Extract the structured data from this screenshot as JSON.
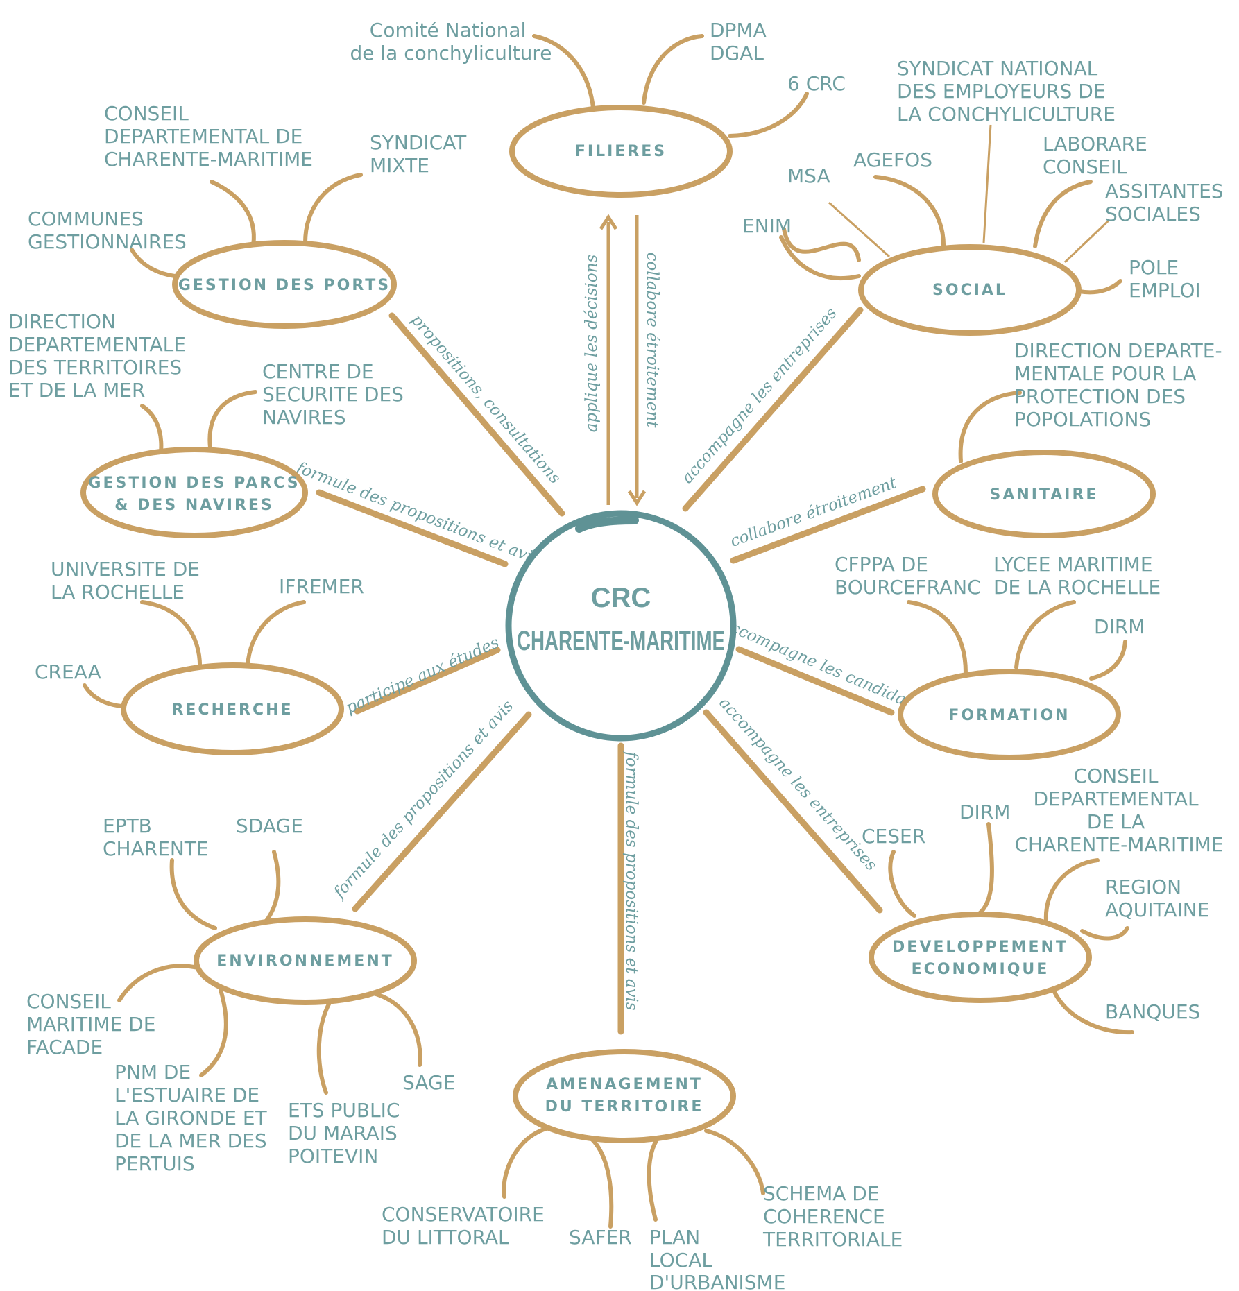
{
  "center": {
    "lines": [
      "CRC",
      "CHARENTE-MARITIME"
    ]
  },
  "hubs": {
    "filieres": {
      "lines": [
        "FILIERES"
      ]
    },
    "social": {
      "lines": [
        "SOCIAL"
      ]
    },
    "sanitaire": {
      "lines": [
        "SANITAIRE"
      ]
    },
    "formation": {
      "lines": [
        "FORMATION"
      ]
    },
    "developpement": {
      "lines": [
        "DEVELOPPEMENT",
        "ECONOMIQUE"
      ]
    },
    "amenagement": {
      "lines": [
        "AMENAGEMENT",
        "DU TERRITOIRE"
      ]
    },
    "environnement": {
      "lines": [
        "ENVIRONNEMENT"
      ]
    },
    "recherche": {
      "lines": [
        "RECHERCHE"
      ]
    },
    "parcs": {
      "lines": [
        "GESTION DES PARCS",
        "& DES NAVIRES"
      ]
    },
    "ports": {
      "lines": [
        "GESTION DES PORTS"
      ]
    }
  },
  "edges": {
    "filieres_up": "applique les décisions",
    "filieres_down": "collabore étroitement",
    "social": "accompagne les entreprises",
    "sanitaire": "collabore étroitement",
    "formation": "accompagne les candidats",
    "developpement": "accompagne les entreprises",
    "amenagement": "formule des propositions et avis",
    "environnement": "formule des propositions et avis",
    "recherche": "participe aux études",
    "parcs": "formule des propositions et avis",
    "ports": "propositions, consultations"
  },
  "leaves": {
    "comite": [
      "Comité National",
      "de la conchyliculture"
    ],
    "dpma": [
      "DPMA",
      "DGAL"
    ],
    "crc6": [
      "6 CRC"
    ],
    "syndicat_nat": [
      "SYNDICAT NATIONAL",
      "DES EMPLOYEURS DE",
      "LA CONCHYLICULTURE"
    ],
    "agefos": [
      "AGEFOS"
    ],
    "laborare": [
      "LABORARE",
      "CONSEIL"
    ],
    "msa": [
      "MSA"
    ],
    "assistantes": [
      "ASSITANTES",
      "SOCIALES"
    ],
    "enim": [
      "ENIM"
    ],
    "pole_emploi": [
      "POLE",
      "EMPLOI"
    ],
    "ddpp": [
      "DIRECTION DEPARTE-",
      "MENTALE POUR LA",
      "PROTECTION DES",
      "POPOLATIONS"
    ],
    "cfppa": [
      "CFPPA DE",
      "BOURCEFRANC"
    ],
    "lycee": [
      "LYCEE MARITIME",
      "DE LA ROCHELLE"
    ],
    "dirm_form": [
      "DIRM"
    ],
    "conseil_dep_eco": [
      "CONSEIL",
      "DEPARTEMENTAL",
      "DE LA",
      "CHARENTE-MARITIME"
    ],
    "dirm_eco": [
      "DIRM"
    ],
    "ceser": [
      "CESER"
    ],
    "region": [
      "REGION",
      "AQUITAINE"
    ],
    "banques": [
      "BANQUES"
    ],
    "conservatoire": [
      "CONSERVATOIRE",
      "DU LITTORAL"
    ],
    "safer": [
      "SAFER"
    ],
    "plu": [
      "PLAN",
      "LOCAL",
      "D'URBANISME"
    ],
    "scot": [
      "SCHEMA DE",
      "COHERENCE",
      "TERRITORIALE"
    ],
    "eptb": [
      "EPTB",
      "CHARENTE"
    ],
    "sdage": [
      "SDAGE"
    ],
    "cmf": [
      "CONSEIL",
      "MARITIME DE",
      "FACADE"
    ],
    "pnm": [
      "PNM DE",
      "L'ESTUAIRE DE",
      "LA GIRONDE ET",
      "DE LA MER DES",
      "PERTUIS"
    ],
    "ets_public": [
      "ETS PUBLIC",
      "DU MARAIS",
      "POITEVIN"
    ],
    "sage": [
      "SAGE"
    ],
    "univ": [
      "UNIVERSITE DE",
      "LA ROCHELLE"
    ],
    "ifremer": [
      "IFREMER"
    ],
    "creaa": [
      "CREAA"
    ],
    "ddtm": [
      "DIRECTION",
      "DEPARTEMENTALE",
      "DES TERRITOIRES",
      "ET DE LA MER"
    ],
    "csn": [
      "CENTRE DE",
      "SECURITE DES",
      "NAVIRES"
    ],
    "conseil_dep_ports": [
      "CONSEIL",
      "DEPARTEMENTAL DE",
      "CHARENTE-MARITIME"
    ],
    "syndicat_mixte": [
      "SYNDICAT",
      "MIXTE"
    ],
    "communes": [
      "COMMUNES",
      "GESTIONNAIRES"
    ]
  }
}
